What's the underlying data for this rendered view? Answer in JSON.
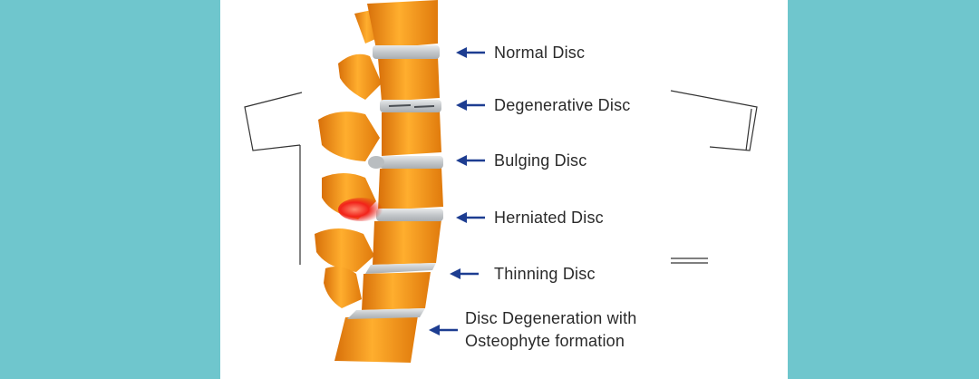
{
  "colors": {
    "page_background": "#6fc6cd",
    "panel_background": "#ffffff",
    "bone": "#f08a12",
    "bone_highlight": "#ffb23a",
    "disc": "#c9cdd0",
    "arrow": "#1d3d91",
    "herniation": "#e0140e"
  },
  "labels": {
    "normal": "Normal Disc",
    "degenerative": "Degenerative Disc",
    "bulging": "Bulging Disc",
    "herniated": "Herniated Disc",
    "thinning": "Thinning Disc",
    "osteophyte_line1": "Disc Degeneration with",
    "osteophyte_line2": "Osteophyte formation"
  }
}
